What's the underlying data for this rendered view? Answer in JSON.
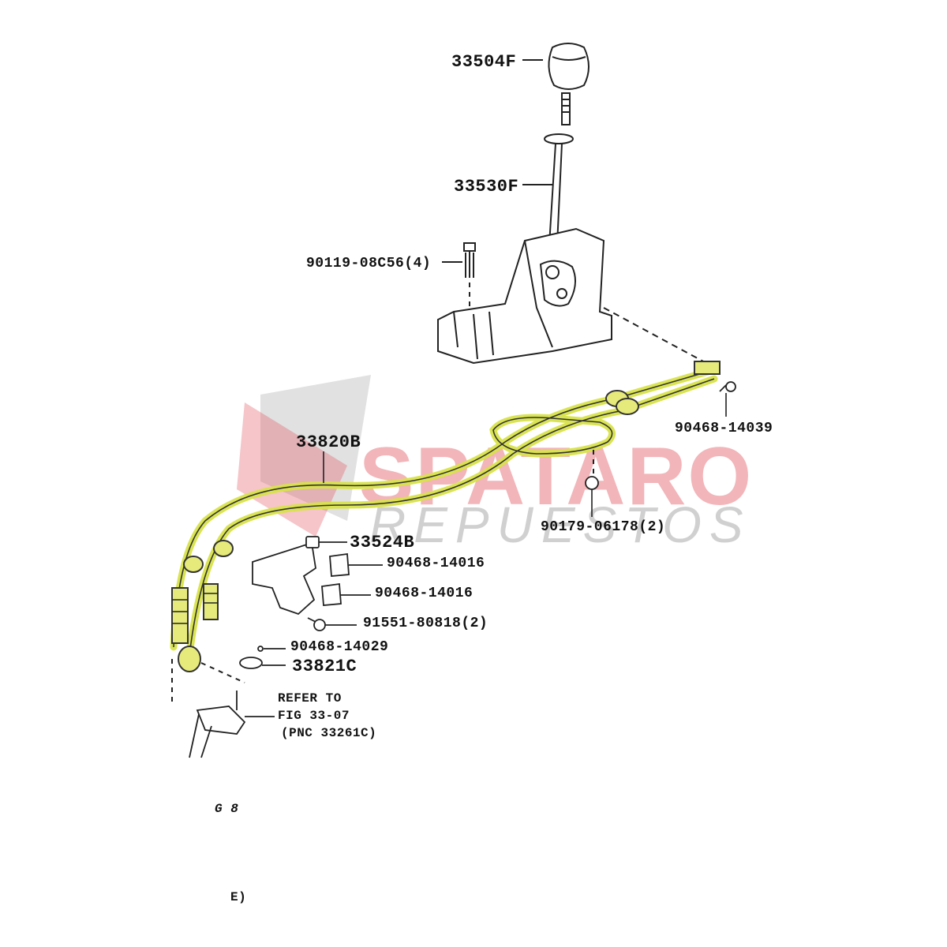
{
  "watermark": {
    "brand": "SPATARO",
    "sub": "REPUESTOS",
    "brand_color": "#e25a64",
    "sub_color": "#9a9a9a"
  },
  "highlight_color": "#d9e34a",
  "parts": {
    "p33504F": "33504F",
    "p33530F": "33530F",
    "p90119": "90119-08C56(4)",
    "p33820B": "33820B",
    "p90468_14039": "90468-14039",
    "p90179": "90179-06178(2)",
    "p33524B": "33524B",
    "p90468_14016a": "90468-14016",
    "p90468_14016b": "90468-14016",
    "p91551": "91551-80818(2)",
    "p90468_14029": "90468-14029",
    "p33821C": "33821C"
  },
  "refer": {
    "line1": "REFER TO",
    "line2": "FIG 33-07",
    "line3": "(PNC 33261C)"
  },
  "fragments": {
    "f1": "G 8",
    "f2": "E)"
  }
}
